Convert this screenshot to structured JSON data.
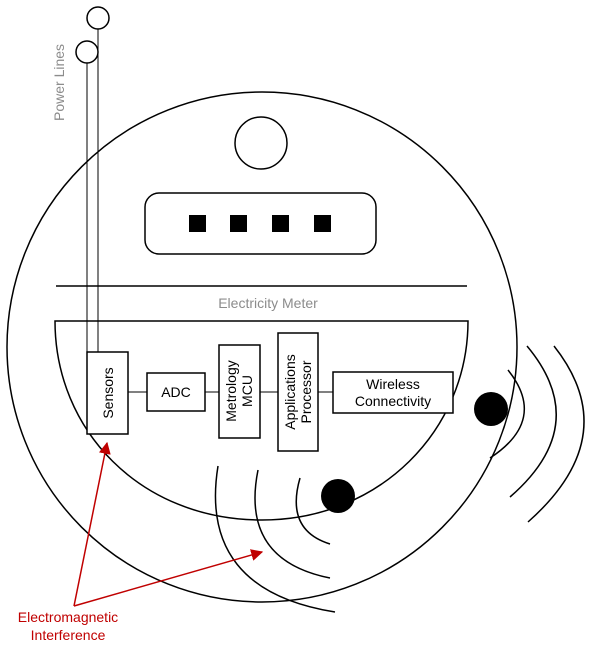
{
  "labels": {
    "power_lines": "Power Lines",
    "meter_title": "Electricity Meter",
    "sensors": "Sensors",
    "adc": "ADC",
    "metrology_line1": "Metrology",
    "metrology_line2": "MCU",
    "app_line1": "Applications",
    "app_line2": "Processor",
    "wireless_line1": "Wireless",
    "wireless_line2": "Connectivity",
    "emi_line1": "Electromagnetic",
    "emi_line2": "Interference"
  },
  "display": {
    "segment_count": 4
  },
  "colors": {
    "line": "#000000",
    "muted_text": "#8c8c8c",
    "emi": "#c00000"
  }
}
